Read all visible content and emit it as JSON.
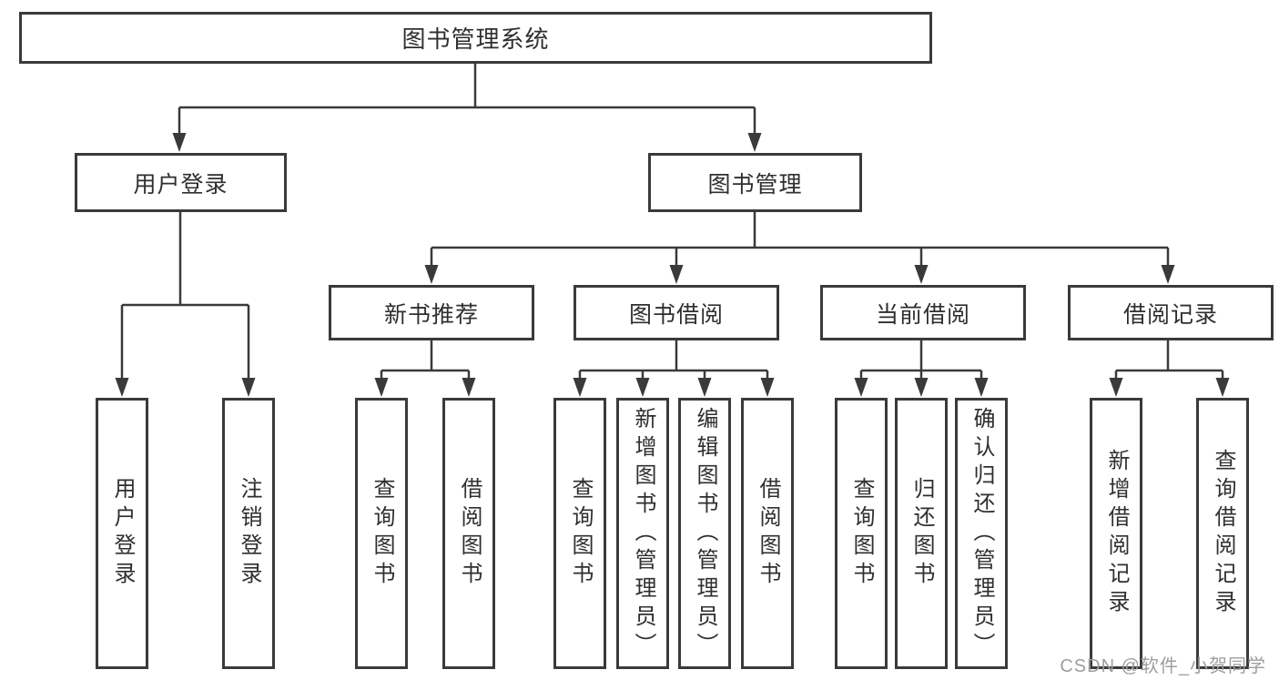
{
  "diagram_type": "hierarchy-tree",
  "colors": {
    "line": "#3a3a3a",
    "text": "#2f2f2f",
    "box_background": "#ffffff",
    "background": "#ffffff",
    "watermark": "#9e9e9e"
  },
  "tree": {
    "label": "图书管理系统",
    "children": [
      {
        "label": "用户登录",
        "children": [
          {
            "label": "用户登录"
          },
          {
            "label": "注销登录"
          }
        ]
      },
      {
        "label": "图书管理",
        "children": [
          {
            "label": "新书推荐",
            "children": [
              {
                "label": "查询图书"
              },
              {
                "label": "借阅图书"
              }
            ]
          },
          {
            "label": "图书借阅",
            "children": [
              {
                "label": "查询图书"
              },
              {
                "label": "新增图书（管理员）"
              },
              {
                "label": "编辑图书（管理员）"
              },
              {
                "label": "借阅图书"
              }
            ]
          },
          {
            "label": "当前借阅",
            "children": [
              {
                "label": "查询图书"
              },
              {
                "label": "归还图书"
              },
              {
                "label": "确认归还（管理员）"
              }
            ]
          },
          {
            "label": "借阅记录",
            "children": [
              {
                "label": "新增借阅记录"
              },
              {
                "label": "查询借阅记录"
              }
            ]
          }
        ]
      }
    ]
  },
  "watermark": {
    "text": "CSDN @软件_小贺同学"
  }
}
